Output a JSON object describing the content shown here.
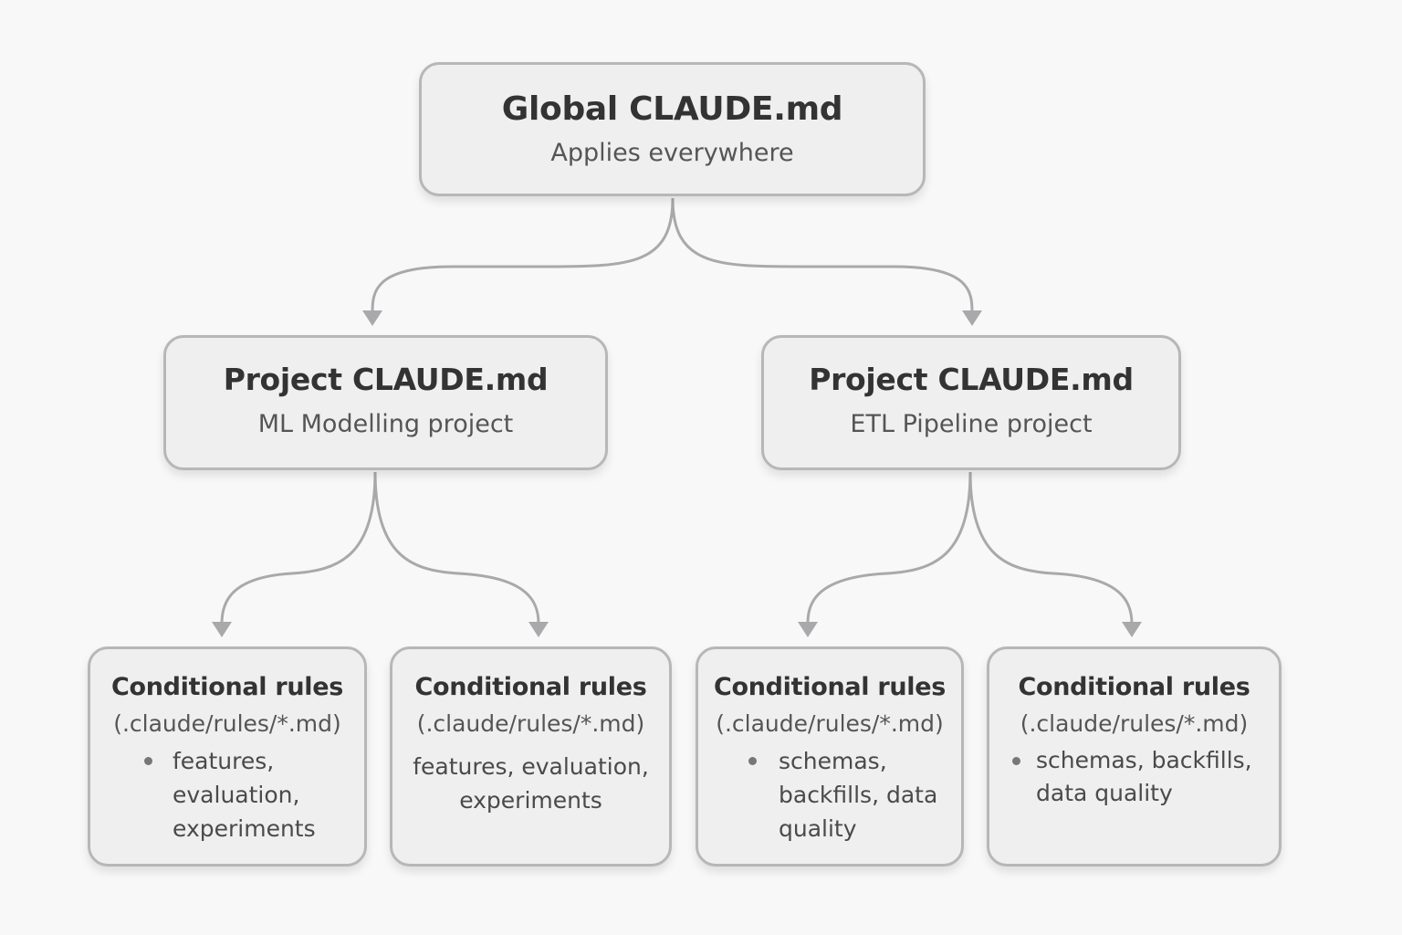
{
  "diagram": {
    "global": {
      "title": "Global CLAUDE.md",
      "subtitle": "Applies everywhere"
    },
    "projects": [
      {
        "title": "Project CLAUDE.md",
        "subtitle": "ML Modelling project"
      },
      {
        "title": "Project CLAUDE.md",
        "subtitle": "ETL Pipeline project"
      }
    ],
    "rules": [
      {
        "title": "Conditional rules",
        "path": "(.claude/rules/*.md)",
        "lines": [
          "features,",
          "evaluation,",
          "experiments"
        ]
      },
      {
        "title": "Conditional rules",
        "path": "(.claude/rules/*.md)",
        "lines": [
          "features, evaluation,",
          "experiments"
        ]
      },
      {
        "title": "Conditional rules",
        "path": "(.claude/rules/*.md)",
        "lines": [
          "schemas,",
          "backfills, data",
          "quality"
        ]
      },
      {
        "title": "Conditional rules",
        "path": "(.claude/rules/*.md)",
        "lines": [
          "schemas, backfills,",
          "data quality"
        ]
      }
    ]
  },
  "colors": {
    "background": "#f8f8f8",
    "node_fill": "#efefef",
    "node_border": "#b7b7b7",
    "connector": "#a9a9ab"
  }
}
